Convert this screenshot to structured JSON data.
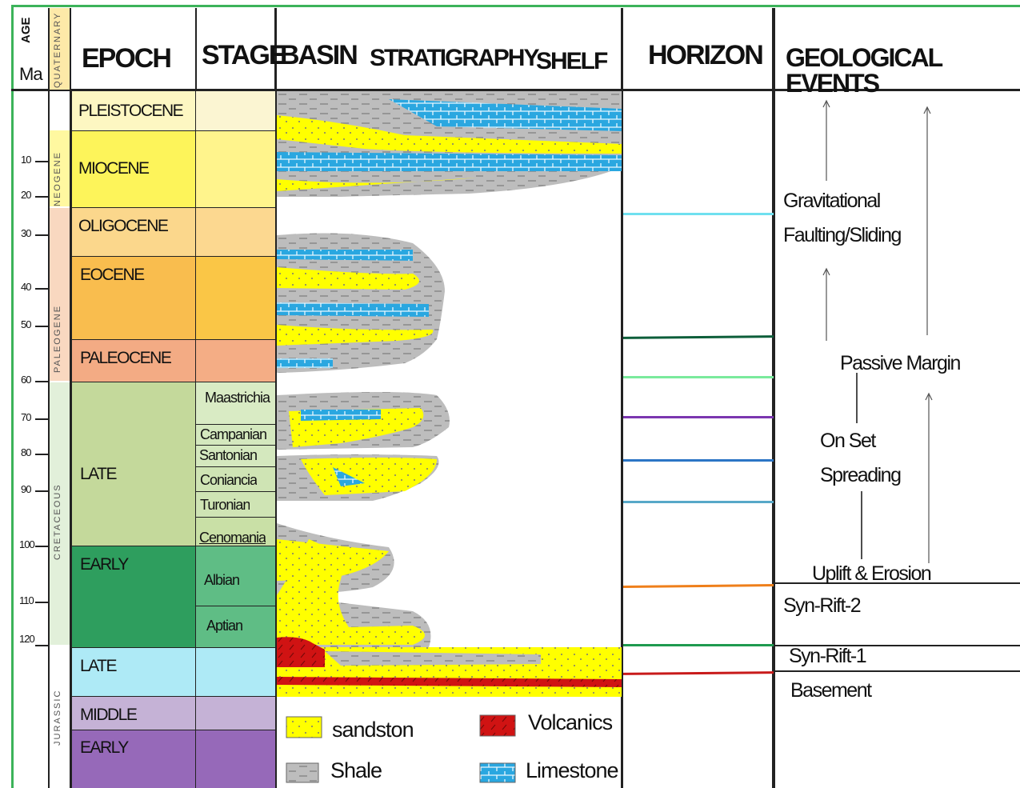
{
  "header": {
    "age": "AGE",
    "age_unit": "Ma",
    "epoch": "EPOCH",
    "stage": "STAGE",
    "basin": "BASIN",
    "stratigraphy": "STRATIGRAPHY",
    "shelf": "SHELF",
    "horizon": "HORIZON",
    "events": "GEOLOGICAL EVENTS"
  },
  "age_ticks": [
    "10",
    "20",
    "30",
    "40",
    "50",
    "60",
    "70",
    "80",
    "90",
    "100",
    "110",
    "120"
  ],
  "periods": {
    "quaternary": "QUATERNARY",
    "neogene": "NEOGENE",
    "paleogene": "PALEOGENE",
    "cretaceous": "CRETACEOUS",
    "jurassic": "JURASSIC"
  },
  "epochs": {
    "pleistocene": "PLEISTOCENE",
    "miocene": "MIOCENE",
    "oligocene": "OLIGOCENE",
    "eocene": "EOCENE",
    "paleocene": "PALEOCENE",
    "late_cretaceous": "LATE",
    "early_cretaceous": "EARLY",
    "late_jurassic": "LATE",
    "middle_jurassic": "MIDDLE",
    "early_jurassic": "EARLY"
  },
  "stages": {
    "maastrichtian": "Maastrichia",
    "campanian": "Campanian",
    "santonian": "Santonian",
    "coniacian": "Coniancia",
    "turonian": "Turonian",
    "cenomanian": "Cenomania",
    "albian": "Albian",
    "aptian": "Aptian"
  },
  "events": {
    "gravitational_1": "Gravitational",
    "gravitational_2": "Faulting/Sliding",
    "passive_margin": "Passive Margin",
    "onset_1": "On Set",
    "onset_2": "Spreading",
    "uplift": "Uplift & Erosion",
    "synrift2": "Syn-Rift-2",
    "synrift1": "Syn-Rift-1",
    "basement": "Basement"
  },
  "legend": {
    "sandstone": "sandston",
    "shale": "Shale",
    "volcanics": "Volcanics",
    "limestone": "Limestone"
  },
  "colors": {
    "quaternary": "#fde9a8",
    "neogene": "#fff46a",
    "paleogene": "#f9c9a8",
    "cretaceous": "#d9ecd0",
    "pleistocene": "#fdf7c2",
    "miocene": "#fdf45a",
    "oligocene": "#fbd78c",
    "eocene": "#f9bd4e",
    "paleocene": "#f3ab84",
    "late_cretaceous": "#c4d99b",
    "early_cretaceous": "#2e9e5e",
    "late_jurassic": "#aeeaf6",
    "middle_jurassic": "#c5b2d6",
    "early_jurassic": "#9669b9",
    "sandstone": "#ffff00",
    "shale": "#bdbdbd",
    "limestone": "#2aa7e0",
    "volcanics": "#d01313"
  }
}
